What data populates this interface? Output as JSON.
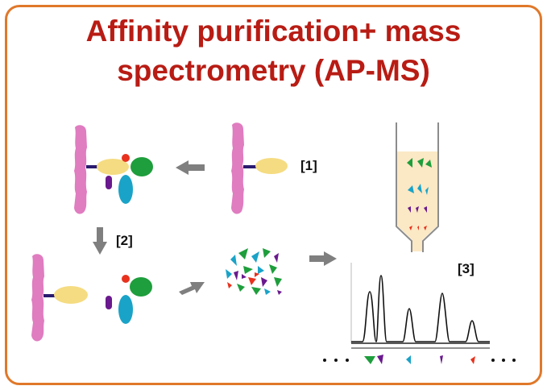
{
  "title": {
    "line1": "Affinity purification+ mass",
    "line2": "spectrometry (AP-MS)"
  },
  "steps": {
    "step1": "[1]",
    "step2": "[2]",
    "step3": "[3]"
  },
  "colors": {
    "frame": "#e0782a",
    "title": "#b81c14",
    "bead": "#e07cc0",
    "linker": "#2a1a6e",
    "bait": "#f5dc82",
    "green_protein": "#1e9e3c",
    "blue_protein": "#1aa3c8",
    "purple_protein": "#6a1a8e",
    "red_protein": "#e8321e",
    "arrow": "#7f7f7f",
    "column_fill": "#fbe8c4",
    "column_stroke": "#8c8c8c"
  }
}
